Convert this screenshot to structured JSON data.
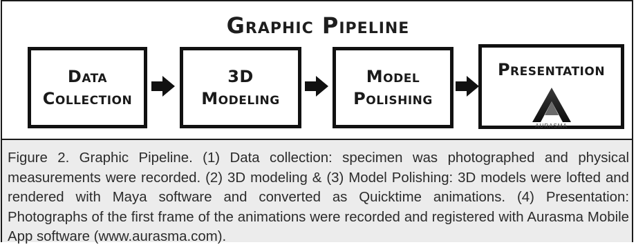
{
  "diagram": {
    "title": "Graphic Pipeline",
    "stages": [
      {
        "label": "Data\nCollection"
      },
      {
        "label": "3D\nModeling"
      },
      {
        "label": "Model\nPolishing"
      },
      {
        "label": "Presentation"
      }
    ],
    "logo_text": "AURASMA",
    "colors": {
      "box_border": "#111111",
      "arrow": "#111111",
      "caption_bg": "#ececec",
      "caption_text": "#2b2b2b"
    }
  },
  "caption": {
    "text": "Figure 2. Graphic Pipeline. (1) Data collection: specimen was photographed and physical measurements were recorded. (2) 3D modeling & (3) Model Polishing:  3D models were lofted and rendered with Maya software and converted as Quicktime animations. (4) Presentation: Photographs of the first frame of the animations were recorded and registered with Aurasma Mobile App software (www.aurasma.com)."
  }
}
